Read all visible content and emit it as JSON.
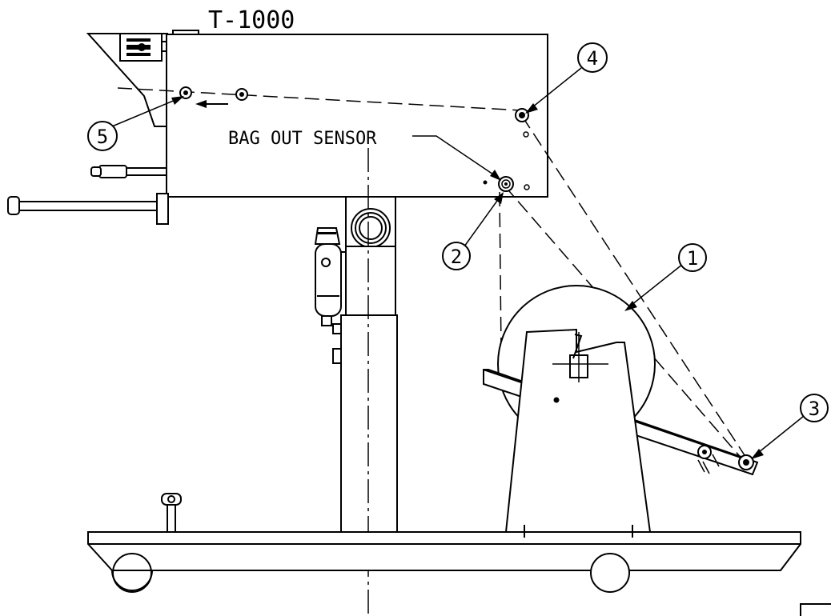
{
  "title": "T-1000",
  "sensor_label": "BAG OUT SENSOR",
  "callouts": [
    "1",
    "2",
    "3",
    "4",
    "5"
  ]
}
